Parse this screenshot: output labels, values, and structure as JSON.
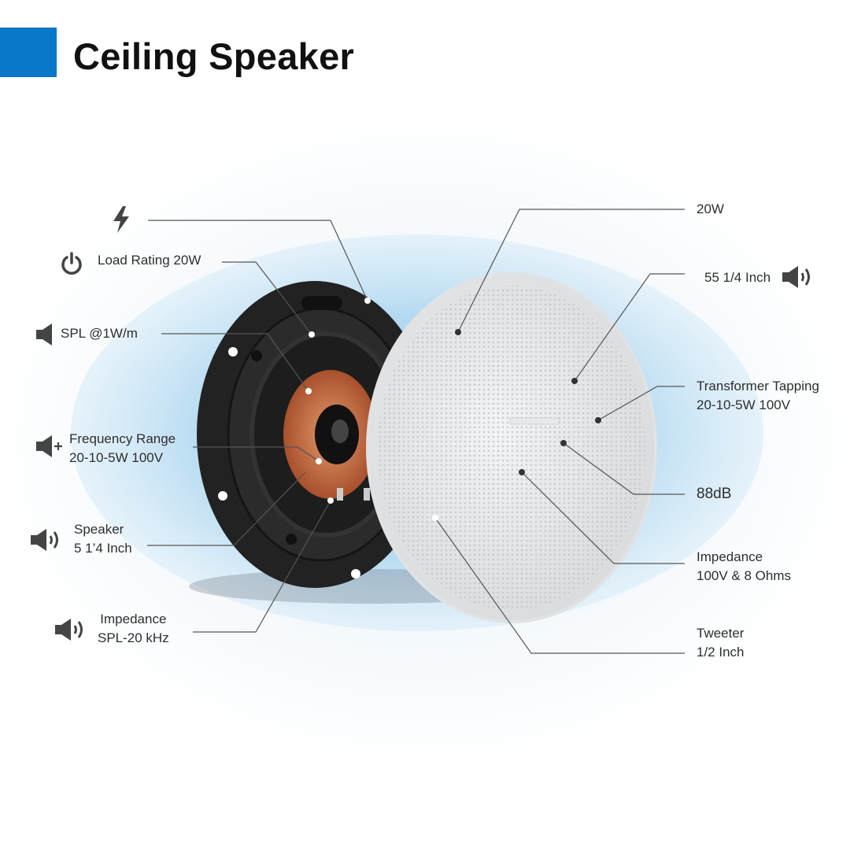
{
  "title": "Ceiling Speaker",
  "colors": {
    "accent": "#0a78c8",
    "glow": "#a9d3ee",
    "text": "#2e2e2e"
  },
  "left_callouts": [
    {
      "icon": "lightning-icon",
      "lines": []
    },
    {
      "icon": "power-icon",
      "lines": [
        "Load Rating 20W"
      ]
    },
    {
      "icon": "speaker-icon",
      "lines": [
        "SPL @1W/m"
      ]
    },
    {
      "icon": "volume-plus-icon",
      "lines": [
        "Frequency Range",
        "20-10-5W 100V"
      ]
    },
    {
      "icon": "speaker-sound-icon",
      "lines": [
        "Speaker",
        "5 1’4 Inch"
      ]
    },
    {
      "icon": "speaker-sound-icon",
      "lines": [
        "Impedance",
        "SPL-20 kHz"
      ]
    }
  ],
  "right_callouts": [
    {
      "lines": [
        "20W"
      ]
    },
    {
      "lines": [
        "55 1/4 Inch"
      ],
      "icon": "speaker-sound-icon"
    },
    {
      "lines": [
        "Transformer Tapping",
        "20-10-5W 100V"
      ]
    },
    {
      "lines": [
        "88dB"
      ]
    },
    {
      "lines": [
        "Impedance",
        "100V & 8 Ohms"
      ]
    },
    {
      "lines": [
        "Tweeter",
        "1/2 Inch"
      ]
    }
  ]
}
